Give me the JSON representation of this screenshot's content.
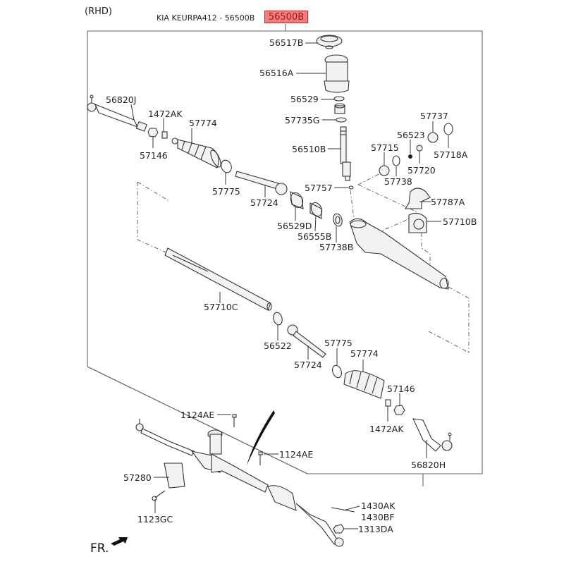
{
  "header": {
    "orientation": "(RHD)",
    "catalog_title": "KIA KEURPA412 - 56500B",
    "assembly_badge": "56500B",
    "badge_color": "#f08080"
  },
  "direction_label": "FR.",
  "parts": {
    "p56517B": "56517B",
    "p56516A": "56516A",
    "p56529": "56529",
    "p57735G": "57735G",
    "p56510B": "56510B",
    "p57757": "57757",
    "p56820J": "56820J",
    "p1472AK_top": "1472AK",
    "p57774_top": "57774",
    "p57146_top": "57146",
    "p57775_top": "57775",
    "p57724_top": "57724",
    "p56529D": "56529D",
    "p56555B": "56555B",
    "p57738B": "57738B",
    "p57737": "57737",
    "p56523": "56523",
    "p57715": "57715",
    "p57718A": "57718A",
    "p57720": "57720",
    "p57738": "57738",
    "p57787A": "57787A",
    "p57710B": "57710B",
    "p57710C": "57710C",
    "p56522": "56522",
    "p57724_bot": "57724",
    "p57775_bot": "57775",
    "p57774_bot": "57774",
    "p57146_bot": "57146",
    "p1472AK_bot": "1472AK",
    "p56820H": "56820H",
    "p1124AE_a": "1124AE",
    "p1124AE_b": "1124AE",
    "p57280": "57280",
    "p1123GC": "1123GC",
    "p1430AK": "1430AK",
    "p1430BF": "1430BF",
    "p1313DA": "1313DA"
  }
}
